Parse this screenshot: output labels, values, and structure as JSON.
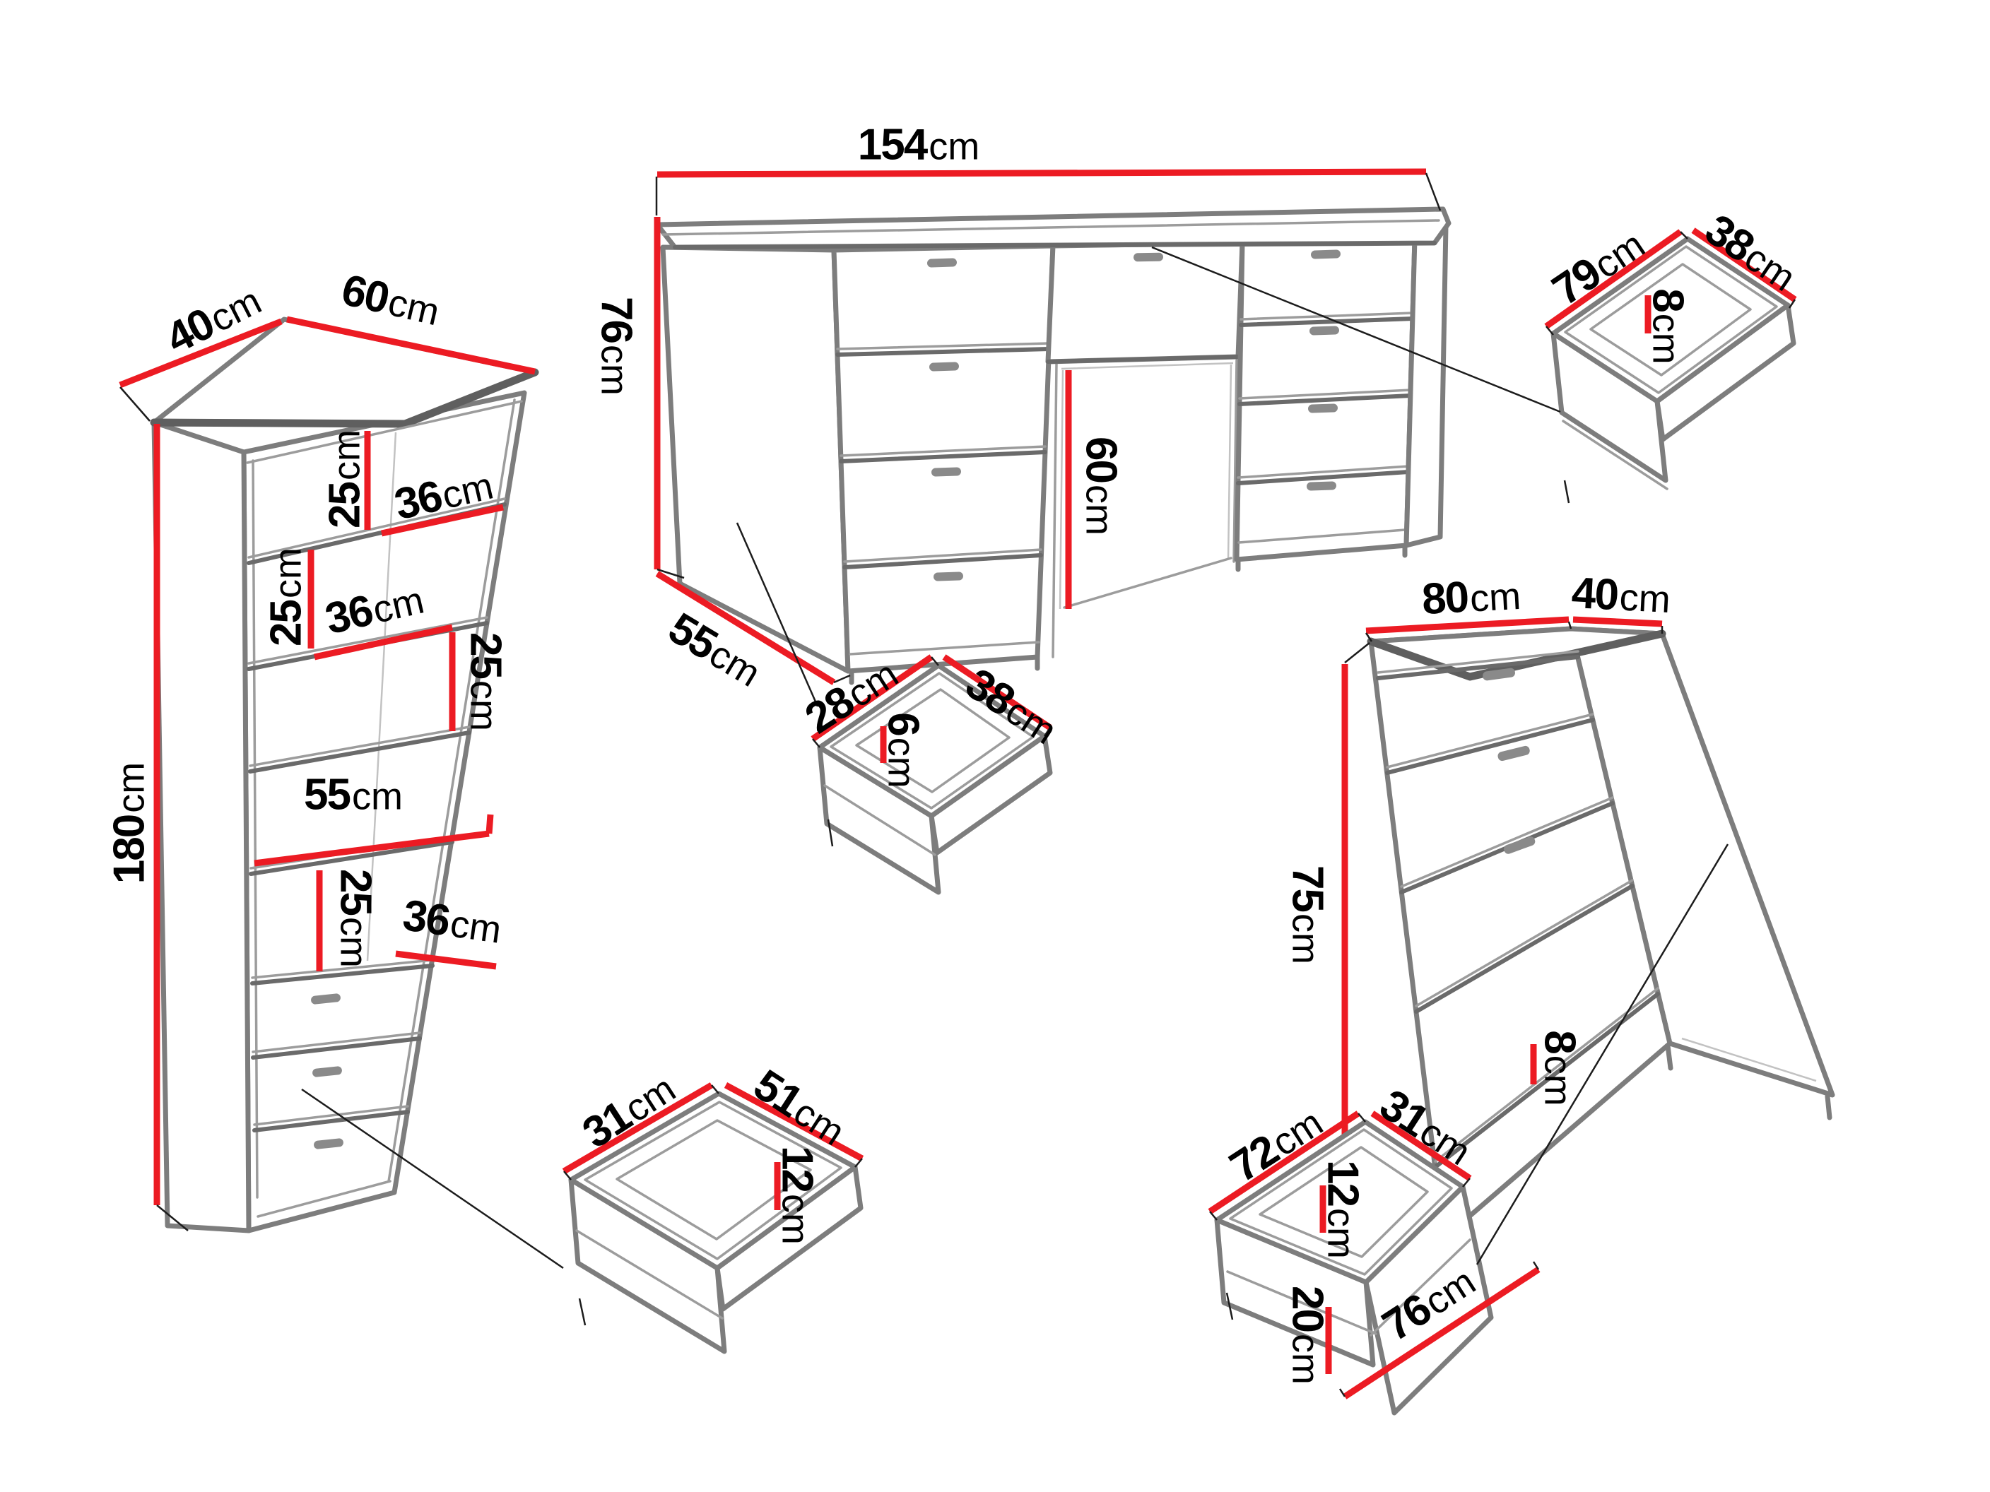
{
  "colors": {
    "dimension_red": "#ec1b23",
    "outline_gray": "#7d7d7d",
    "shadow_gray": "#5f5f5f",
    "text": "#000000"
  },
  "unit": "cm",
  "bookcase": {
    "depth": {
      "num": "40",
      "unit": "cm"
    },
    "width": {
      "num": "60",
      "unit": "cm"
    },
    "height": {
      "num": "180",
      "unit": "cm"
    },
    "gap1": {
      "num": "25",
      "unit": "cm"
    },
    "shelf1": {
      "num": "36",
      "unit": "cm"
    },
    "gap2": {
      "num": "25",
      "unit": "cm"
    },
    "shelf2": {
      "num": "36",
      "unit": "cm"
    },
    "gap3": {
      "num": "25",
      "unit": "cm"
    },
    "inner_width": {
      "num": "55",
      "unit": "cm"
    },
    "gap4": {
      "num": "25",
      "unit": "cm"
    },
    "shelf3": {
      "num": "36",
      "unit": "cm"
    }
  },
  "desk": {
    "width": {
      "num": "154",
      "unit": "cm"
    },
    "height": {
      "num": "76",
      "unit": "cm"
    },
    "depth": {
      "num": "55",
      "unit": "cm"
    },
    "knee_height": {
      "num": "60",
      "unit": "cm"
    }
  },
  "desk_drawer": {
    "width": {
      "num": "79",
      "unit": "cm"
    },
    "depth": {
      "num": "38",
      "unit": "cm"
    },
    "height": {
      "num": "8",
      "unit": "cm"
    }
  },
  "pencil_drawer": {
    "depth": {
      "num": "28",
      "unit": "cm"
    },
    "width": {
      "num": "38",
      "unit": "cm"
    },
    "height": {
      "num": "6",
      "unit": "cm"
    }
  },
  "chest": {
    "width": {
      "num": "80",
      "unit": "cm"
    },
    "depth": {
      "num": "40",
      "unit": "cm"
    },
    "height": {
      "num": "75",
      "unit": "cm"
    },
    "plinth_height": {
      "num": "8",
      "unit": "cm"
    }
  },
  "chest_drawer_small": {
    "depth": {
      "num": "31",
      "unit": "cm"
    },
    "width": {
      "num": "51",
      "unit": "cm"
    },
    "height": {
      "num": "12",
      "unit": "cm"
    }
  },
  "chest_drawer_large": {
    "width": {
      "num": "72",
      "unit": "cm"
    },
    "depth": {
      "num": "31",
      "unit": "cm"
    },
    "inner_height": {
      "num": "12",
      "unit": "cm"
    },
    "front_height": {
      "num": "20",
      "unit": "cm"
    },
    "front_width": {
      "num": "76",
      "unit": "cm"
    }
  }
}
